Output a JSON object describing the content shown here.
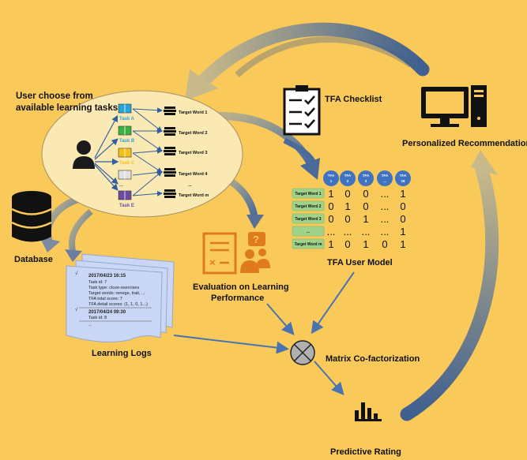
{
  "labels": {
    "user_choose_line1": "User choose from",
    "user_choose_line2": "available learning tasks",
    "tfa_checklist": "TFA Checklist",
    "personalized_recommendation": "Personalized Recommendation",
    "database": "Database",
    "evaluation_line1": "Evaluation on Learning",
    "evaluation_line2": "Performance",
    "tfa_user_model": "TFA User Model",
    "learning_logs": "Learning Logs",
    "matrix_cofactorization": "Matrix Co-factorization",
    "predictive_rating": "Predictive Rating"
  },
  "tasks": [
    {
      "label": "Task A",
      "color": "#2aa5d8"
    },
    {
      "label": "Task B",
      "color": "#2aa5d8"
    },
    {
      "label": "Task C",
      "color": "#f2c21b"
    },
    {
      "label": "...",
      "color": "#6b4aa0"
    },
    {
      "label": "Task E",
      "color": "#6b4aa0"
    }
  ],
  "task_book_colors": [
    "#2aa5d8",
    "#3cb043",
    "#f2c21b",
    "#e0e0e0",
    "#6b4aa0"
  ],
  "target_words": [
    "Target Word 1",
    "Target Word 2",
    "Target Word 3",
    "Target Word 4",
    "...",
    "Target Word m"
  ],
  "tfa_headers": [
    {
      "top": "TFA",
      "bottom": "1"
    },
    {
      "top": "TFA",
      "bottom": "2"
    },
    {
      "top": "TFA",
      "bottom": "3"
    },
    {
      "top": "TFA",
      "bottom": "..."
    },
    {
      "top": "TFA",
      "bottom": "18"
    }
  ],
  "tfa_rows": [
    {
      "label": "Target Word 1",
      "values": [
        "1",
        "0",
        "0",
        "...",
        "1"
      ]
    },
    {
      "label": "Target Word 2",
      "values": [
        "0",
        "1",
        "0",
        "...",
        "0"
      ]
    },
    {
      "label": "Target Word 3",
      "values": [
        "0",
        "0",
        "1",
        "...",
        "0"
      ]
    },
    {
      "label": "...",
      "values": [
        "...",
        "...",
        "...",
        "...",
        "1"
      ]
    },
    {
      "label": "Target Word m",
      "values": [
        "1",
        "0",
        "1",
        "0",
        "1"
      ]
    }
  ],
  "log_lines": [
    "2017/04/23 16:15",
    "Task id: 7",
    "Task type: cloze-exercises",
    "Target words: renege, trait, ...",
    "TFA total score: 7",
    "TFA detail scores: (1, 1, 0, 1...)",
    "2017/04/24 09:30",
    "Task id: 8",
    "..."
  ],
  "log_check_marks": [
    "√",
    "√"
  ],
  "colors": {
    "background": "#f9c95a",
    "ellipse_fill": "#fbe9b4",
    "arrow_blue": "#4a74b0",
    "tfa_header": "#3f73c1",
    "row_label": "#9fd38a",
    "log_sheet": "#c9d6f5",
    "evaluation_icon": "#e07b1b"
  }
}
